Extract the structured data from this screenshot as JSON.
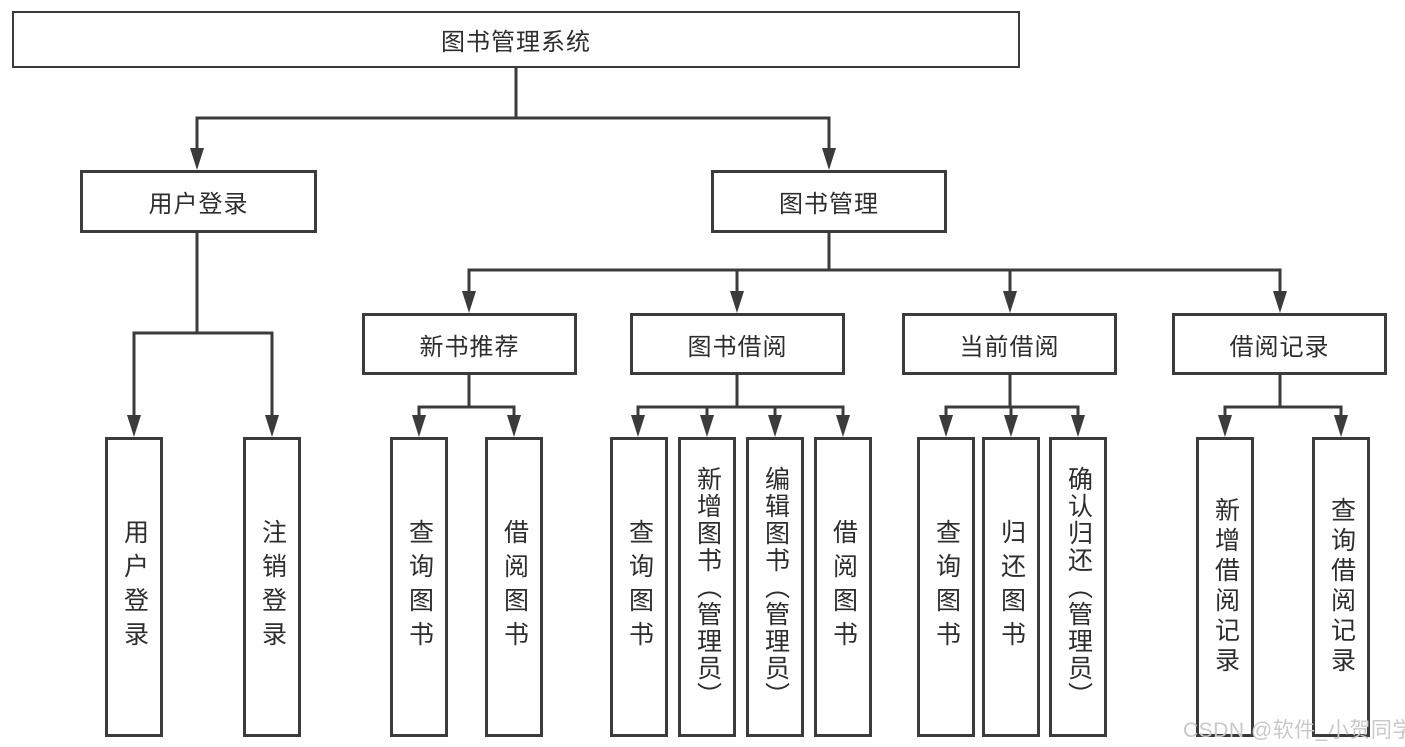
{
  "colors": {
    "background": "#ffffff",
    "line": "#3b3b3b",
    "box_border": "#3b3b3b",
    "text": "#2d2d2d",
    "watermark": "#c9c9c9"
  },
  "diagram": {
    "root": {
      "label": "图书管理系统"
    },
    "user_login": {
      "label": "用户登录",
      "children": [
        {
          "label": "用户登录"
        },
        {
          "label": "注销登录"
        }
      ]
    },
    "book_mgmt": {
      "label": "图书管理",
      "sections": [
        {
          "label": "新书推荐",
          "children": [
            {
              "label": "查询图书"
            },
            {
              "label": "借阅图书"
            }
          ]
        },
        {
          "label": "图书借阅",
          "children": [
            {
              "label": "查询图书"
            },
            {
              "label": "新增图书（管理员）"
            },
            {
              "label": "编辑图书（管理员）"
            },
            {
              "label": "借阅图书"
            }
          ]
        },
        {
          "label": "当前借阅",
          "children": [
            {
              "label": "查询图书"
            },
            {
              "label": "归还图书"
            },
            {
              "label": "确认归还（管理员）"
            }
          ]
        },
        {
          "label": "借阅记录",
          "children": [
            {
              "label": "新增借阅记录"
            },
            {
              "label": "查询借阅记录"
            }
          ]
        }
      ]
    }
  },
  "watermark": {
    "text": "CSDN @软件_小贺同学"
  }
}
